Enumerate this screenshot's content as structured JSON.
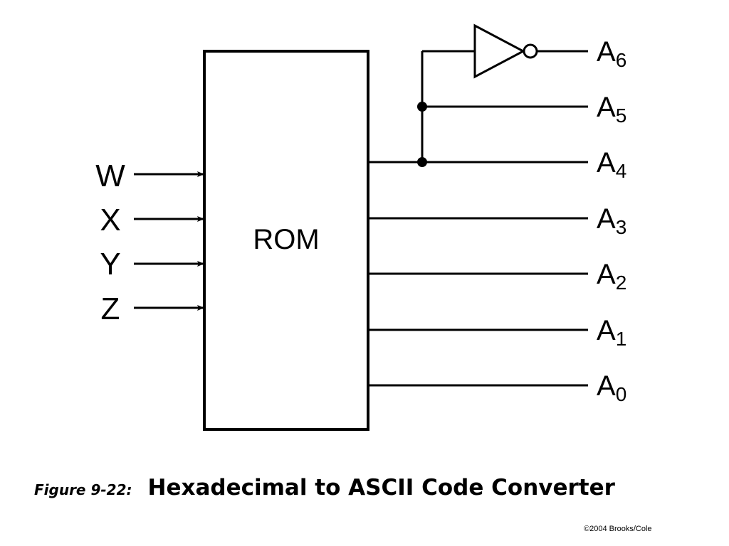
{
  "diagram": {
    "block_label": "ROM",
    "inputs": [
      "W",
      "X",
      "Y",
      "Z"
    ],
    "outputs": [
      {
        "letter": "A",
        "sub": "6",
        "inverted": true
      },
      {
        "letter": "A",
        "sub": "5",
        "inverted": false
      },
      {
        "letter": "A",
        "sub": "4",
        "inverted": false
      },
      {
        "letter": "A",
        "sub": "3",
        "inverted": false
      },
      {
        "letter": "A",
        "sub": "2",
        "inverted": false
      },
      {
        "letter": "A",
        "sub": "1",
        "inverted": false
      },
      {
        "letter": "A",
        "sub": "0",
        "inverted": false
      }
    ]
  },
  "caption": {
    "figure_number": "Figure 9-22:",
    "title": "Hexadecimal to ASCII Code Converter"
  },
  "copyright": "©2004 Brooks/Cole"
}
